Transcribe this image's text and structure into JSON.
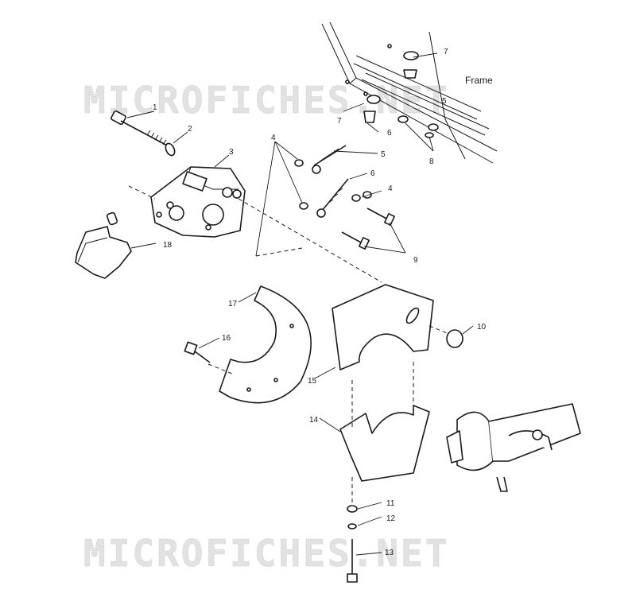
{
  "watermarks": [
    "MICROFICHES.NET",
    "MICROFICHES.NET"
  ],
  "frame_label": "Frame",
  "callouts": [
    "1",
    "2",
    "3",
    "4",
    "5",
    "6",
    "7",
    "5",
    "7",
    "6",
    "8",
    "4",
    "9",
    "18",
    "17",
    "16",
    "15",
    "10",
    "14",
    "11",
    "12",
    "13"
  ],
  "icons": {
    "bolt": "bolt-icon",
    "washer": "washer-icon",
    "caliper": "brake-caliper",
    "pad": "brake-pad",
    "rod": "link-rod",
    "disc": "brake-disc-guard",
    "bracket": "mounting-bracket",
    "clamp": "axle-clamp",
    "bushing": "bushing",
    "axle": "axle-housing"
  },
  "colors": {
    "ink": "#1a1a1a",
    "watermark": "#e2e2e2",
    "background": "#ffffff"
  }
}
